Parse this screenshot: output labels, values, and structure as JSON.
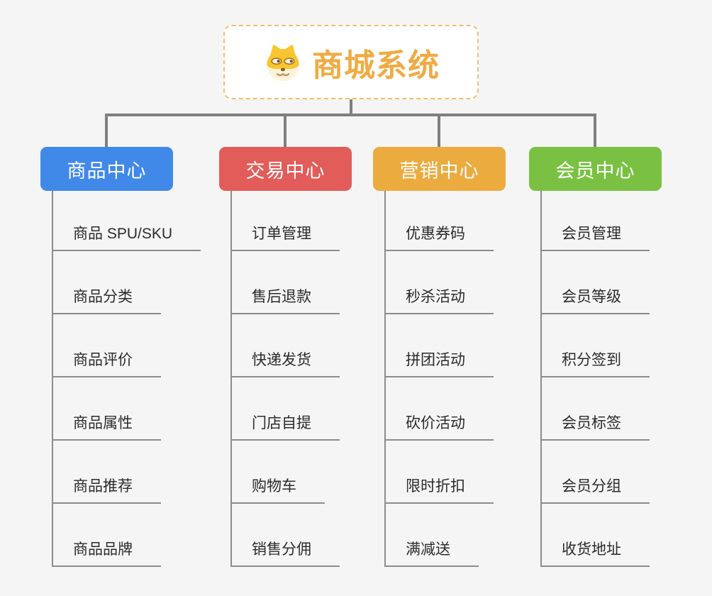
{
  "root": {
    "label": "商城系统",
    "icon": "doge-icon",
    "border_color": "#f2bd6b",
    "text_color": "#efab43"
  },
  "branches": [
    {
      "label": "商品中心",
      "color": "#4189e8",
      "items": [
        "商品 SPU/SKU",
        "商品分类",
        "商品评价",
        "商品属性",
        "商品推荐",
        "商品品牌"
      ]
    },
    {
      "label": "交易中心",
      "color": "#e25c59",
      "items": [
        "订单管理",
        "售后退款",
        "快递发货",
        "门店自提",
        "购物车",
        "销售分佣"
      ]
    },
    {
      "label": "营销中心",
      "color": "#ebab3e",
      "items": [
        "优惠券码",
        "秒杀活动",
        "拼团活动",
        "砍价活动",
        "限时折扣",
        "满减送"
      ]
    },
    {
      "label": "会员中心",
      "color": "#7ac143",
      "items": [
        "会员管理",
        "会员等级",
        "积分签到",
        "会员标签",
        "会员分组",
        "收货地址"
      ]
    }
  ],
  "colors": {
    "background": "#f5f5f5",
    "connector": "#7f7f7f",
    "leaf_line": "#8c8c8c",
    "leaf_text": "#2b2b2b"
  }
}
